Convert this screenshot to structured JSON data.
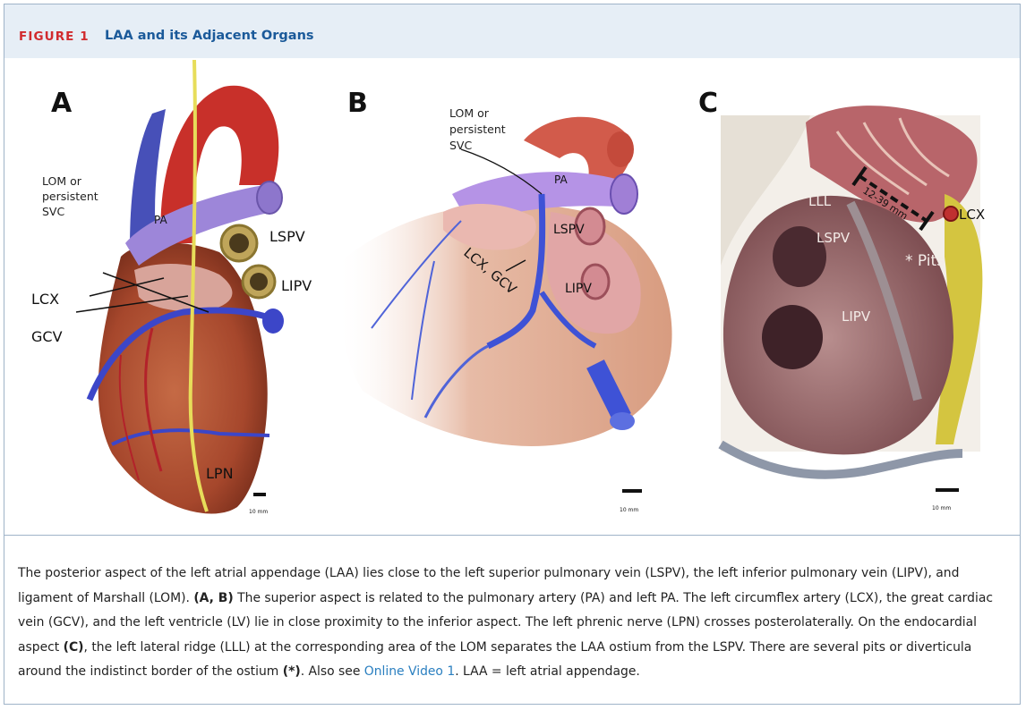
{
  "figure": {
    "label": "FIGURE 1",
    "title": "LAA and its Adjacent Organs"
  },
  "panel_a": {
    "letter": "A",
    "labels": {
      "lom": [
        "LOM or",
        "persistent",
        "SVC"
      ],
      "pa": "PA",
      "lspv": "LSPV",
      "lipv": "LIPV",
      "lcx": "LCX",
      "gcv": "GCV",
      "lpn": "LPN"
    },
    "scale": "10 mm"
  },
  "panel_b": {
    "letter": "B",
    "labels": {
      "lom": [
        "LOM or",
        "persistent",
        "SVC"
      ],
      "pa": "PA",
      "lspv": "LSPV",
      "lipv": "LIPV",
      "lcx_gcv": "LCX, GCV"
    },
    "scale": "10 mm"
  },
  "panel_c": {
    "letter": "C",
    "labels": {
      "lll": "LLL",
      "measure": "12-39 mm",
      "lcx": "LCX",
      "lspv": "LSPV",
      "pits": "* Pits",
      "lipv": "LIPV"
    },
    "scale": "10 mm"
  },
  "caption": {
    "s1": "The posterior aspect of the left atrial appendage (LAA) lies close to the left superior pulmonary vein (LSPV), the left inferior pulmonary vein (LIPV), and ligament of Marshall (LOM). ",
    "b1": "(A, B)",
    "s2": " The superior aspect is related to the pulmonary artery (PA) and left PA. The left circumflex artery (LCX), the great cardiac vein (GCV), and the left ventricle (LV) lie in close proximity to the inferior aspect. The left phrenic nerve (LPN) crosses posterolaterally. On the endocardial aspect ",
    "b2": "(C)",
    "s3": ", the left lateral ridge (LLL) at the corresponding area of the LOM separates the LAA ostium from the LSPV. There are several pits or diverticula around the indistinct border of the ostium ",
    "b3": "(*)",
    "s4": ". Also see ",
    "link": "Online Video 1",
    "s5": ". LAA = left atrial appendage."
  },
  "colors": {
    "label_red": "#d12b2e",
    "title_blue": "#1b5a9a",
    "header_bg": "#e6eef6",
    "link_blue": "#2a7fc0"
  }
}
